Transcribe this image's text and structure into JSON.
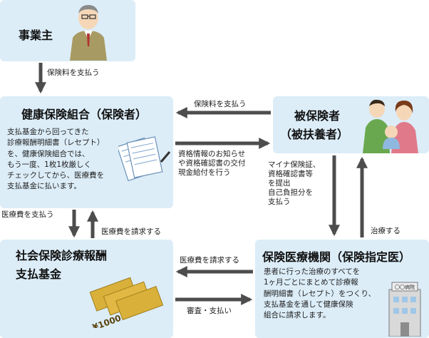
{
  "employer": {
    "title": "事業主"
  },
  "insurer": {
    "title": "健康保険組合（保険者）",
    "lines": [
      "支払基金から回ってきた",
      "診療報酬明細書（レセプト）",
      "を、健康保険組合では、",
      "もう一度、1枚1枚厳しく",
      "チェックしてから、医療費を",
      "支払基金に払います。"
    ]
  },
  "insured": {
    "title_line1": "被保険者",
    "title_line2": "（被扶養者）"
  },
  "fund": {
    "title_line1": "社会保険診療報酬",
    "title_line2": "支払基金"
  },
  "medical": {
    "title": "保険医療機関（保険指定医）",
    "lines": [
      "患者に行った治療のすべてを",
      "1ヶ月ごとにまとめて診療報",
      "酬明細書（レセプト）をつくり、",
      "支払基金を通して健康保険",
      "組合に請求します。"
    ],
    "sign": "〇〇病院"
  },
  "arrows": {
    "employer_to_insurer": "保険料を支払う",
    "insured_to_insurer": "保険料を支払う",
    "insurer_to_insured": [
      "資格情報のお知らせ",
      "や資格確認書の交付",
      "現金給付を行う"
    ],
    "insured_to_medical": [
      "マイナ保険証、",
      "資格確認書等",
      "を提出",
      "自己負担分を",
      "支払う"
    ],
    "medical_to_insured": "治療する",
    "insurer_to_fund": "医療費を支払う",
    "fund_to_insurer": "医療費を請求する",
    "medical_to_fund": "医療費を請求する",
    "fund_to_medical": "審査・支払い"
  },
  "money_label": "¥1000",
  "colors": {
    "box": "#dcedf8",
    "arrow": "#4d4d4d",
    "money": "#d9b03a"
  }
}
